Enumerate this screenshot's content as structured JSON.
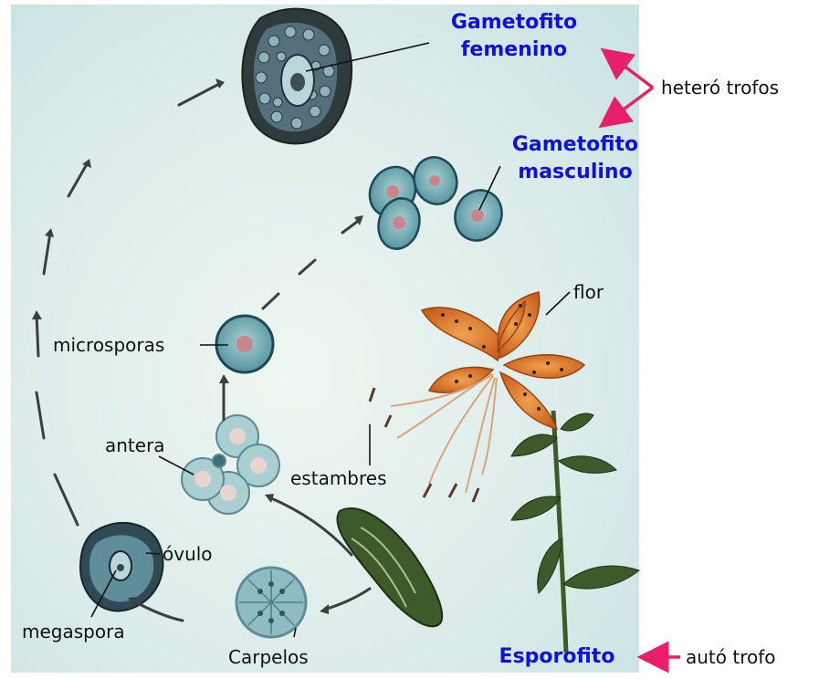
{
  "labels": {
    "gametofito_femenino": [
      "Gametofito",
      "femenino"
    ],
    "gametofito_masculino": [
      "Gametofito",
      "masculino"
    ],
    "esporofito": "Esporofito",
    "heterotrofos": "heteró trofos",
    "autotrofo": "autó trofo",
    "flor": "flor",
    "estambres": "estambres",
    "microsporas": "microsporas",
    "antera": "antera",
    "ovulo": "óvulo",
    "megaspora": "megaspora",
    "carpelos": "Carpelos"
  },
  "colors": {
    "stage_title": "#1010e0",
    "arrow_accent": "#e8206a",
    "background": "#d7ebe9",
    "cell_fill": "#6fa9b3",
    "cell_edge": "#1f4a55",
    "flower": "#e07a2a",
    "stem": "#3d5a2a"
  }
}
